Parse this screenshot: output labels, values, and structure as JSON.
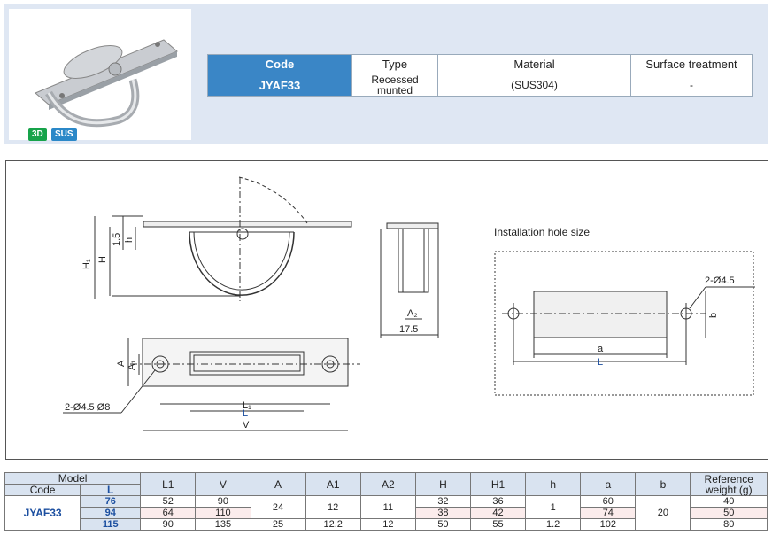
{
  "spec": {
    "headers": [
      "Code",
      "Type",
      "Material",
      "Surface treatment"
    ],
    "row": {
      "code": "JYAF33",
      "type_line1": "Recessed",
      "type_line2": "munted",
      "material": "(SUS304)",
      "surface": "-"
    }
  },
  "badges": {
    "three_d": "3D",
    "sus": "SUS"
  },
  "drawing": {
    "install_title": "Installation hole size",
    "labels": {
      "h1": "H₁",
      "h": "H",
      "d15": "1.5",
      "hh": "h",
      "a2": "A₂",
      "w175": "17.5",
      "a": "A",
      "a1": "A₁",
      "holes_left": "2-Ø4.5 Ø8",
      "l1": "L₁",
      "l": "L",
      "v": "V",
      "holes_right": "2-Ø4.5",
      "b": "b",
      "ia": "a",
      "il": "L"
    }
  },
  "table": {
    "model_label": "Model",
    "code_label": "Code",
    "l_label": "L",
    "columns": [
      "L1",
      "V",
      "A",
      "A1",
      "A2",
      "H",
      "H1",
      "h",
      "a",
      "b"
    ],
    "weight_label_1": "Reference",
    "weight_label_2": "weight (g)",
    "code": "JYAF33",
    "rows": [
      {
        "L": "76",
        "L1": "52",
        "V": "90",
        "H": "32",
        "H1": "36",
        "a": "60",
        "w": "40"
      },
      {
        "L": "94",
        "L1": "64",
        "V": "110",
        "H": "38",
        "H1": "42",
        "a": "74",
        "w": "50"
      },
      {
        "L": "115",
        "L1": "90",
        "V": "135",
        "A": "25",
        "A1": "12.2",
        "A2": "12",
        "H": "50",
        "H1": "55",
        "h": "1.2",
        "a": "102",
        "w": "80"
      }
    ],
    "merged": {
      "A": "24",
      "A1": "12",
      "A2": "11",
      "h": "1",
      "b": "20"
    }
  }
}
